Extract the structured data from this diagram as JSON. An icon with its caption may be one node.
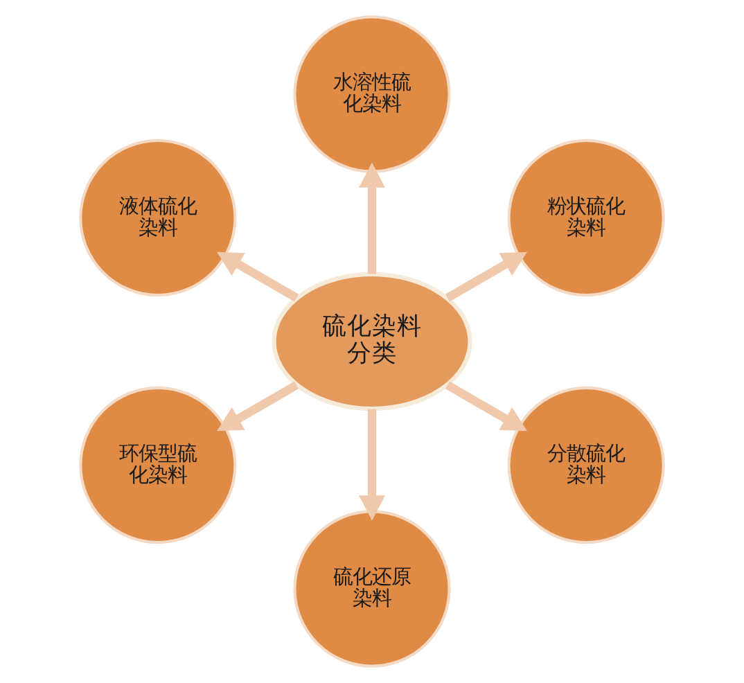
{
  "diagram": {
    "nodes": [
      {
        "text": [
          "硫化染料分类"
        ]
      },
      {
        "text": [
          "粉状硫化染料"
        ]
      },
      {
        "text": [
          "水溶性硫化染料"
        ]
      },
      {
        "text": [
          "液体硫化染料"
        ]
      },
      {
        "text": [
          "环保型硫化染料"
        ]
      },
      {
        "text": [
          "硫化还原染料"
        ]
      },
      {
        "text": [
          "分散硫化染料"
        ]
      }
    ],
    "edges": [
      {
        "from": 0,
        "to": 1,
        "arrow": "to"
      },
      {
        "from": 0,
        "to": 2,
        "arrow": "to"
      },
      {
        "from": 0,
        "to": 3,
        "arrow": "to"
      },
      {
        "from": 0,
        "to": 4,
        "arrow": "to"
      },
      {
        "from": 0,
        "to": 5,
        "arrow": "to"
      },
      {
        "from": 0,
        "to": 6,
        "arrow": "to"
      }
    ]
  }
}
